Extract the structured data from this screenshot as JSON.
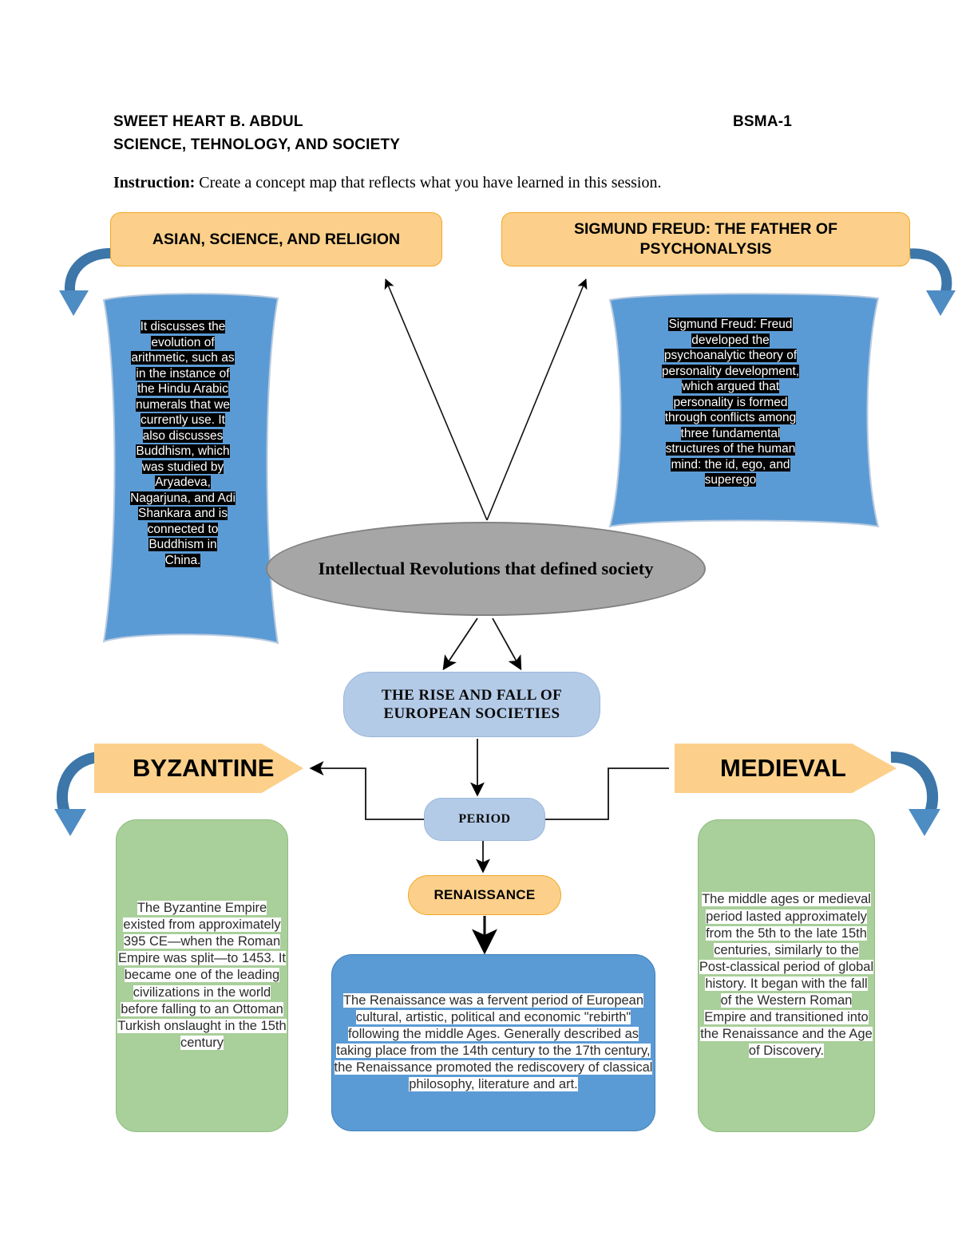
{
  "header": {
    "student_name": "SWEET HEART B. ABDUL",
    "section": "BSMA-1",
    "course": "SCIENCE, TEHNOLOGY, AND SOCIETY",
    "instruction_label": "Instruction:",
    "instruction_text": "Create a concept map that reflects what you have learned in this session."
  },
  "center": {
    "label": "Intellectual Revolutions that defined society"
  },
  "topics": {
    "asian": {
      "banner": "ASIAN, SCIENCE, AND RELIGION",
      "body": "It discusses the evolution of arithmetic, such as in the instance of the Hindu Arabic numerals that we currently use. It also discusses Buddhism, which was studied by Aryadeva, Nagarjuna, and Adi Shankara and is connected to Buddhism in China."
    },
    "freud": {
      "banner": "SIGMUND FREUD: THE FATHER OF PSYCHONALYSIS",
      "body": "Sigmund Freud: Freud developed the psychoanalytic theory of personality development, which argued that personality is formed through conflicts among three fundamental structures of the human mind: the id, ego, and superego"
    }
  },
  "europe": {
    "rise_fall": "THE RISE AND FALL OF EUROPEAN SOCIETIES",
    "period": "PERIOD",
    "byzantine": {
      "banner": "BYZANTINE",
      "body": "The Byzantine Empire existed from approximately 395 CE—when the Roman Empire was split—to 1453. It became one of the leading civilizations in the world before falling to an Ottoman Turkish onslaught in the 15th century"
    },
    "medieval": {
      "banner": "MEDIEVAL",
      "body": "The middle ages or medieval period lasted approximately from the 5th to the late 15th centuries, similarly to the Post-classical period of global history. It began with the fall of the Western Roman Empire and transitioned into the Renaissance and the Age of Discovery."
    },
    "renaissance": {
      "banner": "RENAISSANCE",
      "body": "The Renaissance was a fervent period of European cultural, artistic, political and economic \"rebirth\" following the middle Ages. Generally described as taking place from the 14th century to the 17th century, the Renaissance promoted the rediscovery of classical philosophy, literature and art."
    }
  },
  "colors": {
    "banner_orange": "#FCD08A",
    "banner_orange_border": "#F0A827",
    "scroll_blue": "#5B9BD5",
    "pill_blue": "#B4CBE8",
    "box_green": "#A9CF9A",
    "ellipse_grey": "#A6A6A6",
    "curved_arrow_blue": "#3D76A8",
    "highlight_black": "#000000",
    "highlight_white": "#FFFFFF"
  }
}
